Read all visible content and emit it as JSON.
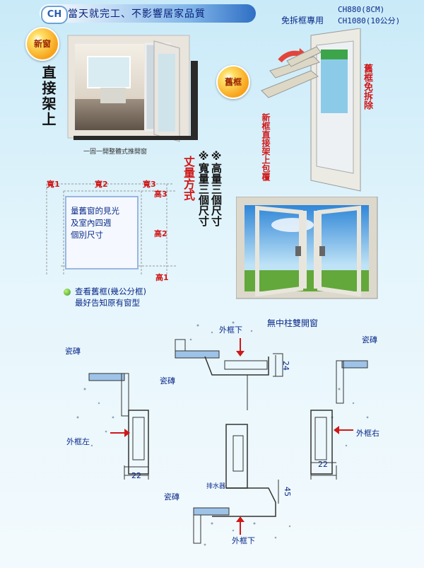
{
  "header": {
    "badge": "CH",
    "headline": "當天就完工、不影響居家品質",
    "spec_label": "免拆框專用",
    "models": [
      "CH880(8CM)",
      "CH1080(10公分)"
    ]
  },
  "left_panel": {
    "bubble": "新窗",
    "vertical_title": "直接架上",
    "caption": "一固一開整體式推開窗"
  },
  "right_panel": {
    "bubble": "舊框",
    "red_vertical": "舊框免拆除",
    "red_vertical_2": "新框直接架上包覆"
  },
  "measure": {
    "title": "丈量方式",
    "note_lines": [
      "※高量三個尺寸",
      "※寬量三個尺寸"
    ],
    "width_labels": [
      "寬1",
      "寬2",
      "寬3"
    ],
    "height_labels": [
      "高3",
      "高2",
      "高1"
    ],
    "box_text": [
      "量舊窗的見光",
      "及室內四週",
      "個別尺寸"
    ],
    "tip_lines": [
      "查看舊框(幾公分框)",
      "最好告知原有窗型"
    ]
  },
  "photo2": {
    "caption": "無中柱雙開窗"
  },
  "section": {
    "tile_labels": [
      "瓷磚",
      "瓷磚",
      "瓷磚",
      "瓷磚"
    ],
    "frame_left": "外框左",
    "frame_right": "外框右",
    "frame_bottom_top": "外框下",
    "frame_bottom": "外框下",
    "drain": "排水器",
    "dims": [
      "24",
      "22",
      "22",
      "45"
    ]
  },
  "colors": {
    "accent_red": "#d01818",
    "text_blue": "#0a2a8a",
    "bubble_orange": "#f7a21b"
  }
}
